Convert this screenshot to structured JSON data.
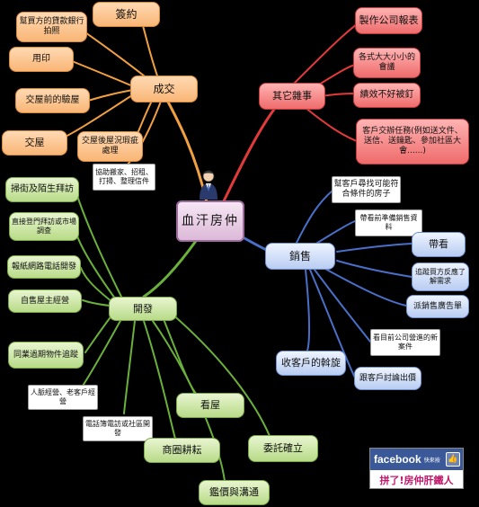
{
  "center": {
    "label": "血汗房仲"
  },
  "branches": {
    "deal": {
      "label": "成交",
      "items": [
        "簽約",
        "幫買方的貸款銀行拍照",
        "用印",
        "交屋前的驗屋",
        "交屋",
        "交屋後屋況瑕疵處理",
        "協助搬家、招租、打掃、整理信件"
      ]
    },
    "misc": {
      "label": "其它雜事",
      "items": [
        "製作公司報表",
        "各式大大小小的會議",
        "績效不好被釘",
        "客戶交辦任務(例如送文件、送信、送鑰匙、參加社區大會......)"
      ]
    },
    "sales": {
      "label": "銷售",
      "items": [
        "幫客戶尋找可能符合條件的房子",
        "帶看前準備銷售資料",
        "帶看",
        "追蹤買方反應了解需求",
        "派銷售廣告單",
        "看目前公司營進的新案件",
        "跟客戶討論出價"
      ],
      "sub": "收客戶的斡旋"
    },
    "develop": {
      "label": "開發",
      "items": [
        "掃街及陌生拜訪",
        "直接登門拜訪或市場調查",
        "報紙網路電話開發",
        "自售屋主經營",
        "同業過期物件追蹤",
        "人脈經營、老客戶經營",
        "電話簿電訪或社區開發",
        "商圈耕耘",
        "鑑價與溝通",
        "看屋",
        "委託確立"
      ]
    }
  },
  "badge": {
    "brand": "facebook",
    "sub": "快來按",
    "caption": "拼了!房仲肝鐵人"
  },
  "colors": {
    "orange": "#f9b676",
    "red": "#ef6b6b",
    "blue": "#b9cdf2",
    "green": "#b8db88",
    "lineDeal": "#f0a040",
    "lineMisc": "#e23a3a",
    "lineSales": "#4a6fc8",
    "lineDevelop": "#6ab03a"
  }
}
